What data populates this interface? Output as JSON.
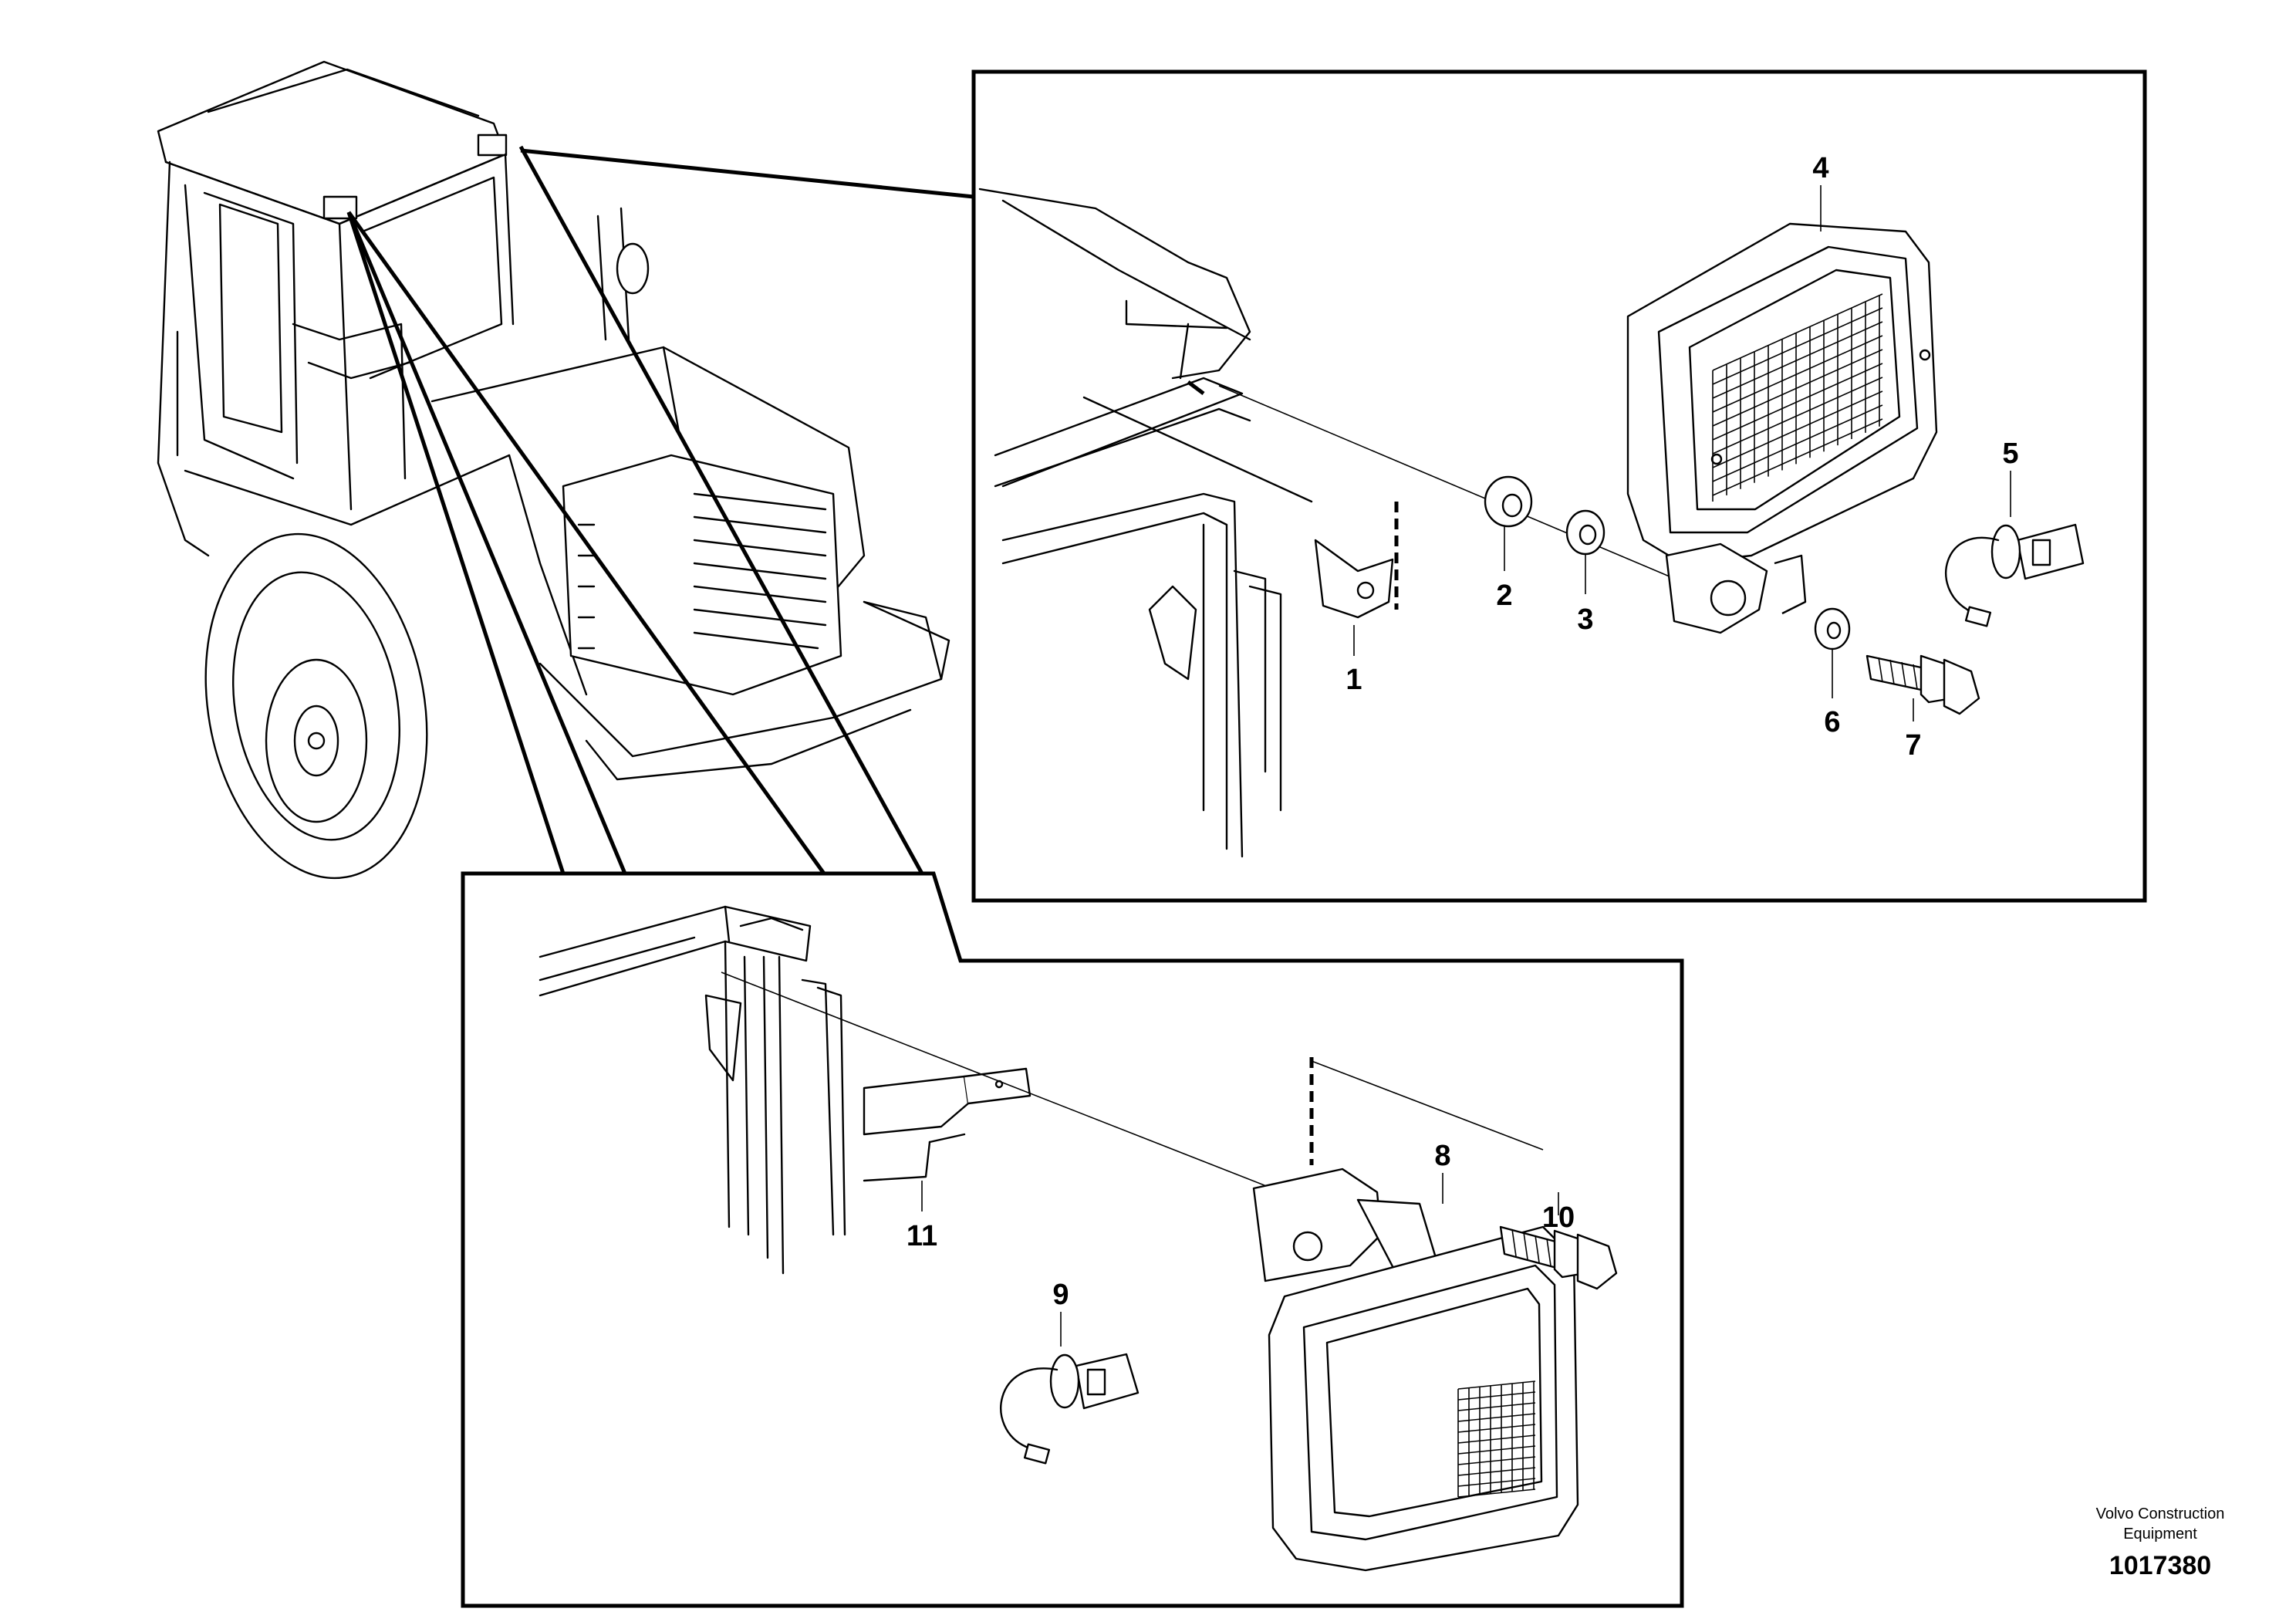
{
  "callouts": [
    {
      "id": "1",
      "label": "1"
    },
    {
      "id": "2",
      "label": "2"
    },
    {
      "id": "3",
      "label": "3"
    },
    {
      "id": "4",
      "label": "4"
    },
    {
      "id": "5",
      "label": "5"
    },
    {
      "id": "6",
      "label": "6"
    },
    {
      "id": "7",
      "label": "7"
    },
    {
      "id": "8",
      "label": "8"
    },
    {
      "id": "9",
      "label": "9"
    },
    {
      "id": "10",
      "label": "10"
    },
    {
      "id": "11",
      "label": "11"
    }
  ],
  "footer": {
    "company_line1": "Volvo Construction",
    "company_line2": "Equipment",
    "document_number": "1017380"
  }
}
